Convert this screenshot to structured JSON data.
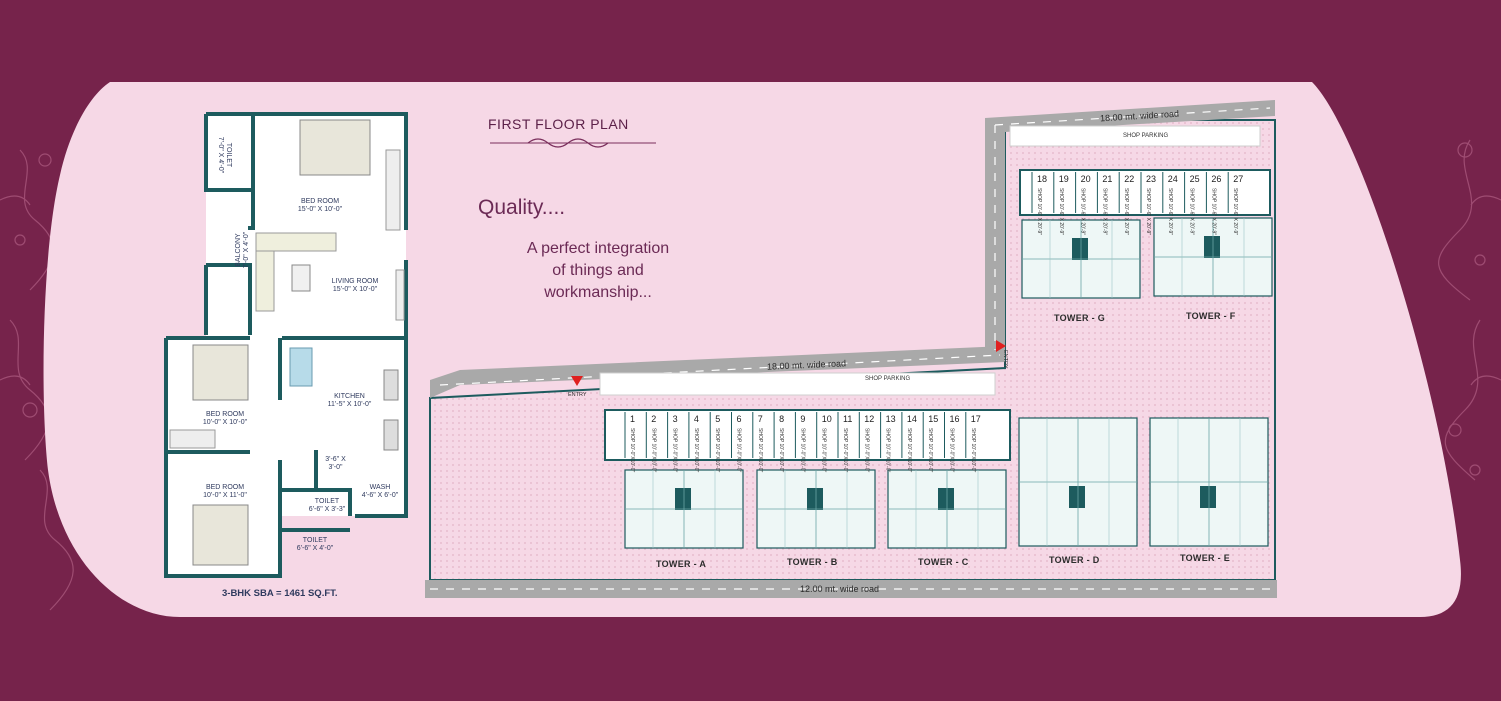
{
  "header": {
    "title": "FIRST FLOOR PLAN",
    "quality": "Quality....",
    "tagline": [
      "A perfect integration",
      "of things and",
      "workmanship..."
    ]
  },
  "unit_plan": {
    "rooms": [
      {
        "name": "TOILET",
        "dim": "7'-0\" X 4'-0\""
      },
      {
        "name": "BED ROOM",
        "dim": "15'-0\" X 10'-0\""
      },
      {
        "name": "LIVING ROOM",
        "dim": "15'-0\" X 10'-0\""
      },
      {
        "name": "BALCONY",
        "dim": "7'-0\" X 4'-0\""
      },
      {
        "name": "BED ROOM",
        "dim": "10'-0\" X 10'-0\""
      },
      {
        "name": "KITCHEN",
        "dim": "11'-5\" X 10'-0\""
      },
      {
        "name": "",
        "dim": "3'-6\" X 3'-0\""
      },
      {
        "name": "BED ROOM",
        "dim": "10'-0\" X 11'-0\""
      },
      {
        "name": "TOILET",
        "dim": "6'-6\" X 3'-3\""
      },
      {
        "name": "WASH",
        "dim": "4'-6\" X 6'-0\""
      },
      {
        "name": "TOILET",
        "dim": "6'-6\" X 4'-0\""
      }
    ],
    "sba": "3-BHK SBA = 1461 SQ.FT."
  },
  "site_plan": {
    "roads": {
      "top": "18.00 mt. wide road",
      "middle": "18.00 mt. wide road",
      "bottom": "12.00 mt. wide road"
    },
    "shop_parking": "SHOP PARKING",
    "entry": "ENTRY",
    "towers": [
      "TOWER - A",
      "TOWER - B",
      "TOWER - C",
      "TOWER - D",
      "TOWER - E",
      "TOWER - G",
      "TOWER - F"
    ],
    "shops_lower": [
      "1",
      "2",
      "3",
      "4",
      "5",
      "6",
      "7",
      "8",
      "9",
      "10",
      "11",
      "12",
      "13",
      "14",
      "15",
      "16",
      "17"
    ],
    "shops_upper": [
      "18",
      "19",
      "20",
      "21",
      "22",
      "23",
      "24",
      "25",
      "26",
      "27"
    ],
    "shop_label": "SHOP",
    "shop_size_lower": "10'-0\"X10'-0\"",
    "shop_size_upper": "10'-6\" X 20'-9\""
  },
  "colors": {
    "background": "#76234b",
    "panel": "#f6d8e6",
    "wall": "#1d5b5e",
    "road": "#a9a9a9"
  }
}
